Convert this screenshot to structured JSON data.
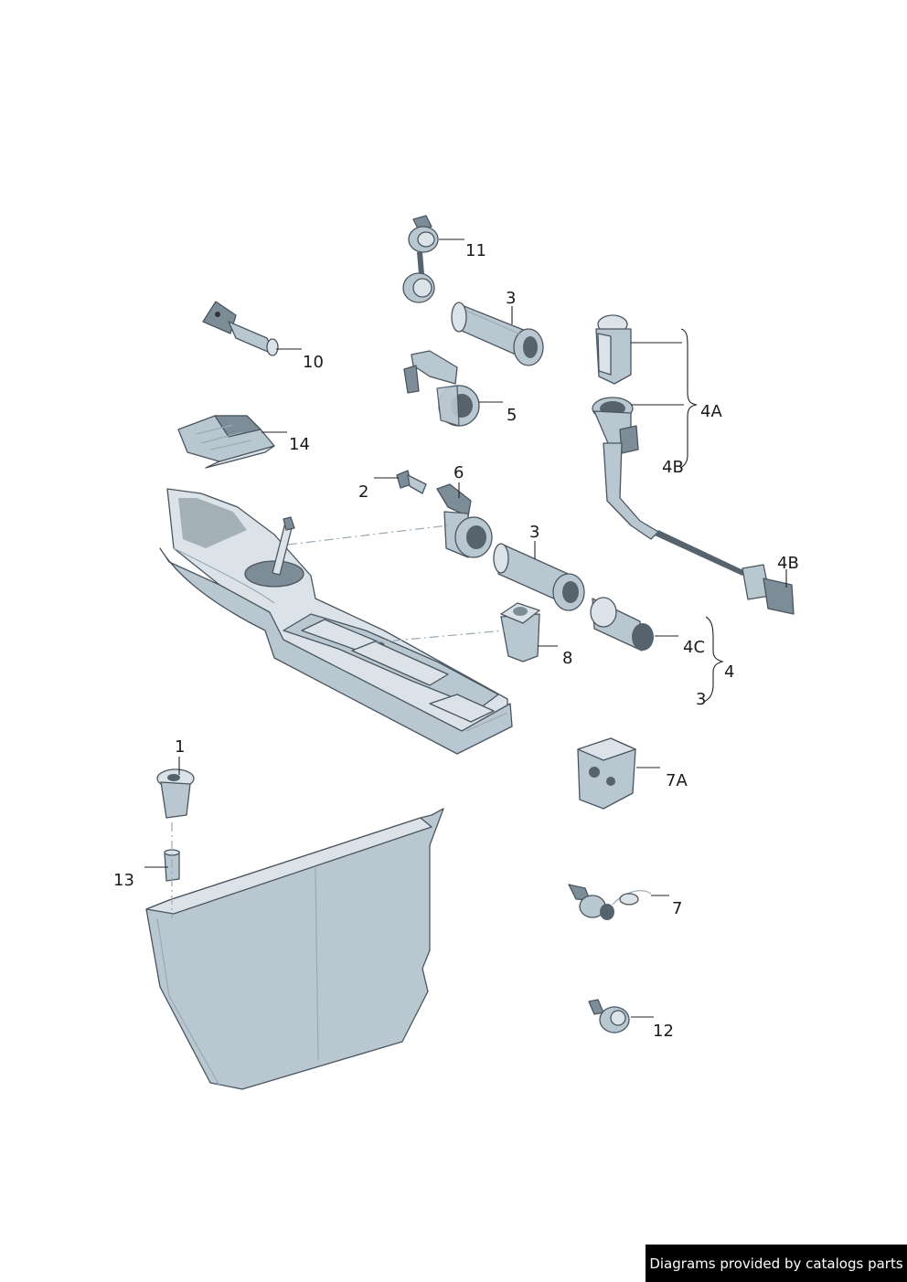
{
  "callouts": {
    "c1": "1",
    "c2": "2",
    "c3a": "3",
    "c3b": "3",
    "c3c": "3",
    "c4": "4",
    "c4a": "4A",
    "c4b_top": "4B",
    "c4b_plug": "4B",
    "c4c": "4C",
    "c5": "5",
    "c6": "6",
    "c7": "7",
    "c7a": "7A",
    "c8": "8",
    "c10": "10",
    "c11": "11",
    "c12": "12",
    "c13": "13",
    "c14": "14"
  },
  "footer": {
    "credit": "Diagrams provided by catalogs parts"
  },
  "colors": {
    "part_fill": "#b9c7d0",
    "outline": "#4a5560",
    "credit_bg": "#000000"
  }
}
